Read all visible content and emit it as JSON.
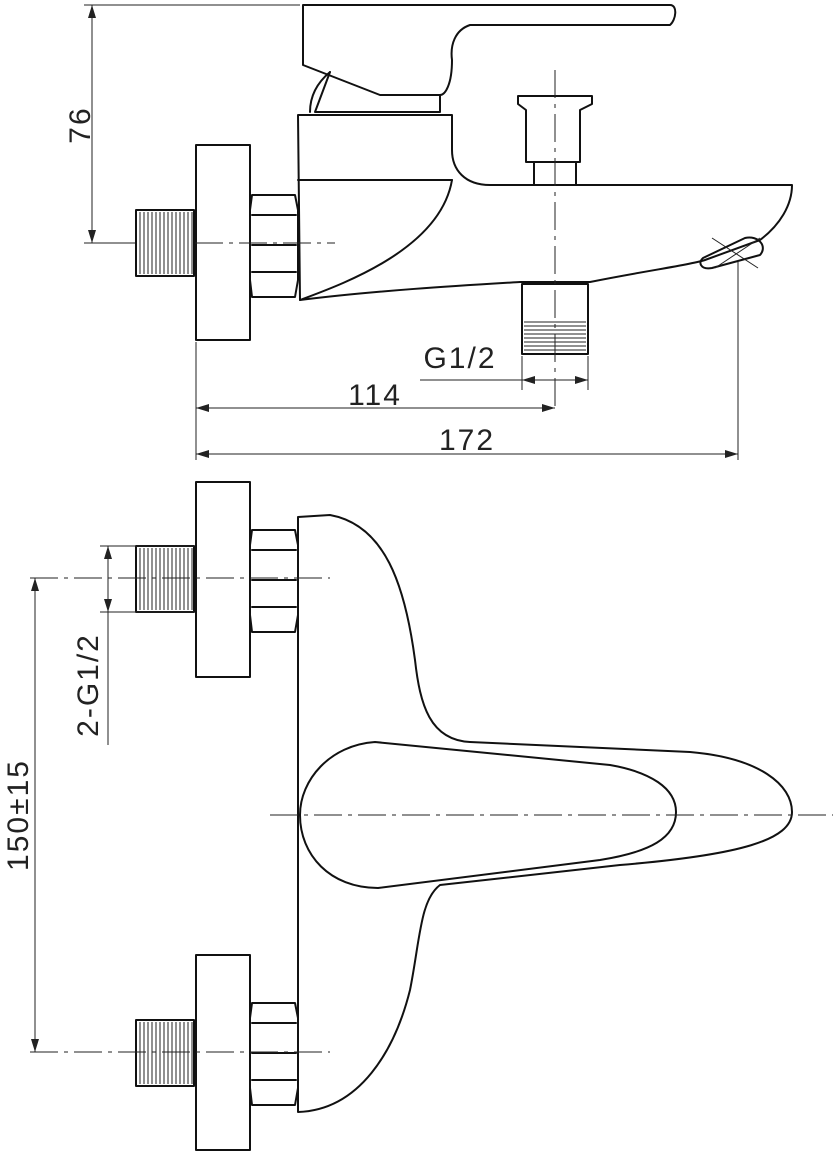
{
  "labels": {
    "height_dim": "76",
    "outlet_thread": "G1/2",
    "center_to_outlet": "114",
    "total_length": "172",
    "inlet_thread": "2-G1/2",
    "inlet_spacing": "150±15"
  },
  "colors": {
    "line": "#111111",
    "background": "#ffffff"
  }
}
